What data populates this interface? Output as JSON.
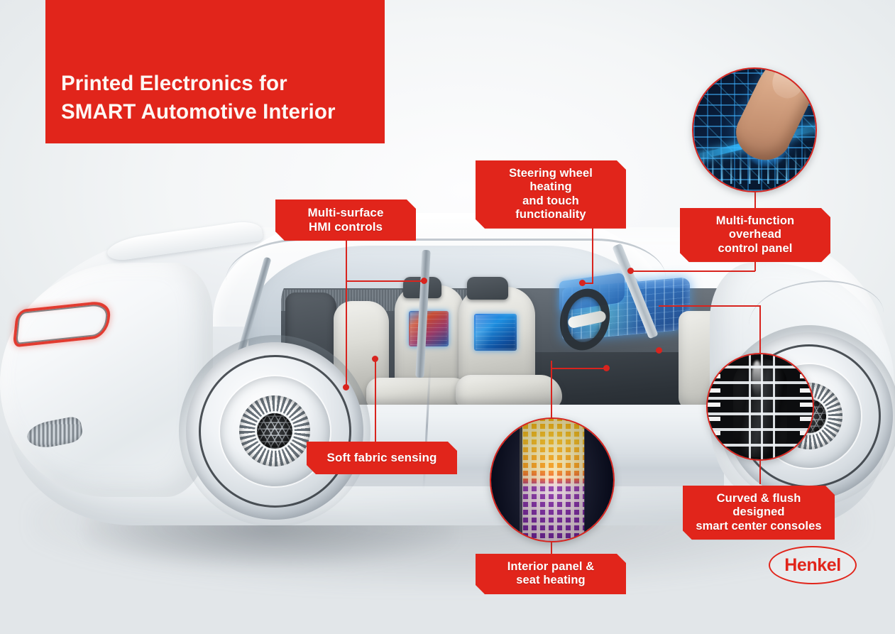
{
  "title": {
    "line1": "Printed Electronics for",
    "line2": "SMART Automotive Interior",
    "full": "Printed Electronics for SMART Automotive Interior"
  },
  "brand": {
    "name": "Henkel",
    "red": "#E1251B",
    "logo_icon": "henkel-oval-logo"
  },
  "callouts": [
    {
      "id": "multi-surface-hmi",
      "line1": "Multi-surface",
      "line2": "HMI controls",
      "shape": "notch-top-right-bottom-left"
    },
    {
      "id": "steering-wheel",
      "line1": "Steering wheel heating",
      "line2": "and touch functionality",
      "shape": "notch-top-right-bottom-left"
    },
    {
      "id": "overhead-panel",
      "line1": "Multi-function overhead",
      "line2": "control panel",
      "shape": "notch-both-sides"
    },
    {
      "id": "soft-fabric",
      "line1": "Soft fabric sensing",
      "line2": "",
      "shape": "notch-top-right-bottom-left"
    },
    {
      "id": "interior-seat-heating",
      "line1": "Interior panel &",
      "line2": "seat heating",
      "shape": "notch-top-right-bottom-left"
    },
    {
      "id": "center-consoles",
      "line1": "Curved & flush designed",
      "line2": "smart center consoles",
      "shape": "notch-top-right-bottom-left"
    }
  ],
  "insets": [
    {
      "id": "touch-circuit-inset",
      "icon": "fingertip-on-circuit-board-photo"
    },
    {
      "id": "seat-heating-thermal-inset",
      "icon": "thermal-heating-panel-photo"
    },
    {
      "id": "center-console-inset",
      "icon": "printed-traces-console-photo"
    }
  ],
  "illustration": {
    "subject": "white-concept-car-cutaway",
    "icon": "car-cutaway-illustration"
  },
  "colors": {
    "accent_red": "#E1251B",
    "leader_red": "#D8241E",
    "background_light": "#F4F6F7",
    "title_text": "#FDF7F4"
  }
}
